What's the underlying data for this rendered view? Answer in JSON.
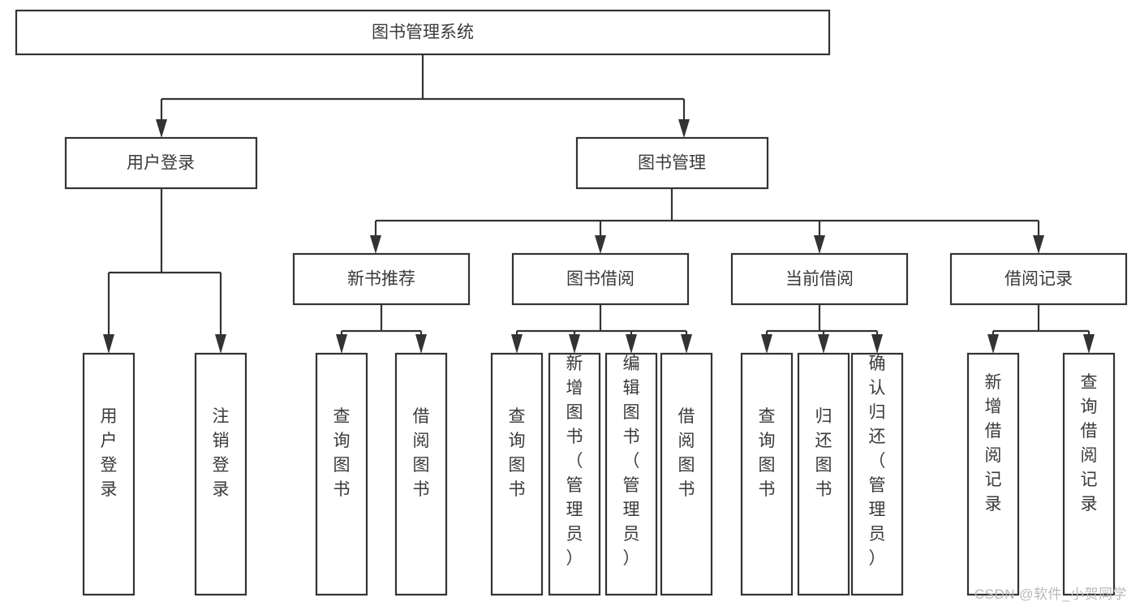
{
  "diagram": {
    "type": "tree",
    "title": "图书管理系统",
    "orientation": "top-down",
    "colors": {
      "box_stroke": "#333333",
      "box_fill": "#ffffff",
      "text": "#3a3a3a",
      "background": "#ffffff",
      "watermark": "#b9b9b9"
    },
    "root": {
      "label": "图书管理系统"
    },
    "level2": [
      {
        "label": "用户登录"
      },
      {
        "label": "图书管理"
      }
    ],
    "level3": [
      {
        "label": "新书推荐"
      },
      {
        "label": "图书借阅"
      },
      {
        "label": "当前借阅"
      },
      {
        "label": "借阅记录"
      }
    ],
    "leaves": {
      "user_login": [
        {
          "label": "用户登录"
        },
        {
          "label": "注销登录"
        }
      ],
      "new_book_recommend": [
        {
          "label": "查询图书"
        },
        {
          "label": "借阅图书"
        }
      ],
      "book_borrow": [
        {
          "label": "查询图书"
        },
        {
          "label": "新增图书（管理员）"
        },
        {
          "label": "编辑图书（管理员）"
        },
        {
          "label": "借阅图书"
        }
      ],
      "current_borrow": [
        {
          "label": "查询图书"
        },
        {
          "label": "归还图书"
        },
        {
          "label": "确认归还（管理员）"
        }
      ],
      "borrow_record": [
        {
          "label": "新增借阅记录"
        },
        {
          "label": "查询借阅记录"
        }
      ]
    },
    "watermark": "CSDN @软件_小贺同学"
  },
  "chart_data": {
    "type": "table",
    "title": "图书管理系统 功能结构图",
    "nodes": [
      {
        "id": "root",
        "label": "图书管理系统",
        "level": 1,
        "parent": null
      },
      {
        "id": "n-user-login",
        "label": "用户登录",
        "level": 2,
        "parent": "root"
      },
      {
        "id": "n-book-mgmt",
        "label": "图书管理",
        "level": 2,
        "parent": "root"
      },
      {
        "id": "n-new-book",
        "label": "新书推荐",
        "level": 3,
        "parent": "n-book-mgmt"
      },
      {
        "id": "n-book-borrow",
        "label": "图书借阅",
        "level": 3,
        "parent": "n-book-mgmt"
      },
      {
        "id": "n-current-borrow",
        "label": "当前借阅",
        "level": 3,
        "parent": "n-book-mgmt"
      },
      {
        "id": "n-borrow-record",
        "label": "借阅记录",
        "level": 3,
        "parent": "n-book-mgmt"
      },
      {
        "id": "l-user-login",
        "label": "用户登录",
        "level": 4,
        "parent": "n-user-login"
      },
      {
        "id": "l-logout",
        "label": "注销登录",
        "level": 4,
        "parent": "n-user-login"
      },
      {
        "id": "l-query-book-1",
        "label": "查询图书",
        "level": 4,
        "parent": "n-new-book"
      },
      {
        "id": "l-borrow-book-1",
        "label": "借阅图书",
        "level": 4,
        "parent": "n-new-book"
      },
      {
        "id": "l-query-book-2",
        "label": "查询图书",
        "level": 4,
        "parent": "n-book-borrow"
      },
      {
        "id": "l-add-book",
        "label": "新增图书（管理员）",
        "level": 4,
        "parent": "n-book-borrow"
      },
      {
        "id": "l-edit-book",
        "label": "编辑图书（管理员）",
        "level": 4,
        "parent": "n-book-borrow"
      },
      {
        "id": "l-borrow-book-2",
        "label": "借阅图书",
        "level": 4,
        "parent": "n-book-borrow"
      },
      {
        "id": "l-query-book-3",
        "label": "查询图书",
        "level": 4,
        "parent": "n-current-borrow"
      },
      {
        "id": "l-return-book",
        "label": "归还图书",
        "level": 4,
        "parent": "n-current-borrow"
      },
      {
        "id": "l-confirm-return",
        "label": "确认归还（管理员）",
        "level": 4,
        "parent": "n-current-borrow"
      },
      {
        "id": "l-add-record",
        "label": "新增借阅记录",
        "level": 4,
        "parent": "n-borrow-record"
      },
      {
        "id": "l-query-record",
        "label": "查询借阅记录",
        "level": 4,
        "parent": "n-borrow-record"
      }
    ]
  }
}
